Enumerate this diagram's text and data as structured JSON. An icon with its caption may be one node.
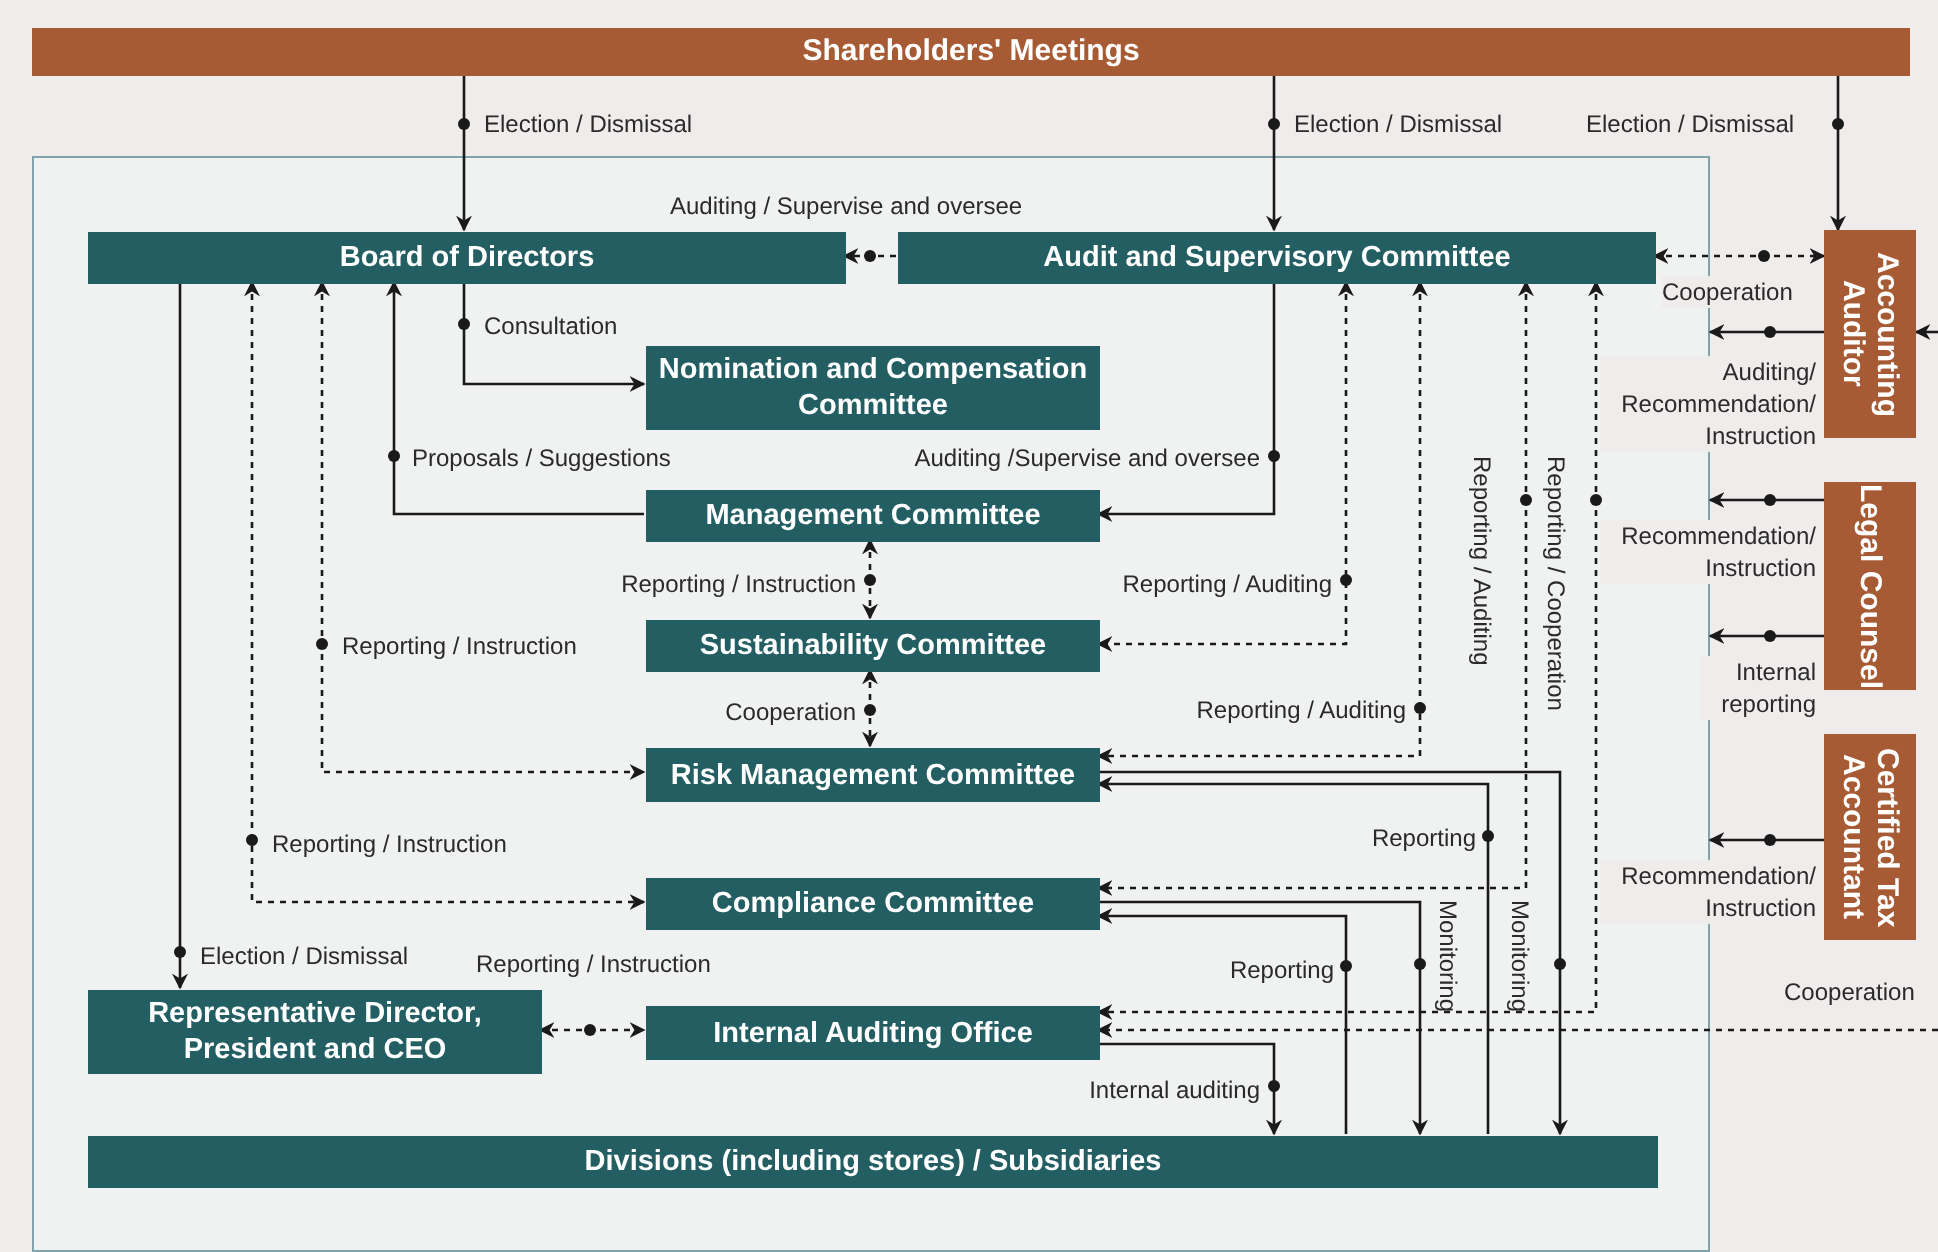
{
  "diagram": {
    "nodes": [
      {
        "text": [
          "Shareholders' Meetings"
        ]
      },
      {
        "text": [],
        "shape": "box"
      },
      {
        "text": [
          "Board of Directors"
        ],
        "in": 1
      },
      {
        "text": [
          "Audit and Supervisory Committee"
        ],
        "in": 1
      },
      {
        "text": [
          "Nomination and Compensation Committee"
        ],
        "in": 1
      },
      {
        "text": [
          "Management Committee"
        ],
        "in": 1
      },
      {
        "text": [
          "Sustainability Committee"
        ],
        "in": 1
      },
      {
        "text": [
          "Risk Management Committee"
        ],
        "in": 1
      },
      {
        "text": [
          "Compliance Committee"
        ],
        "in": 1
      },
      {
        "text": [
          "Representative Director, President and CEO"
        ],
        "in": 1
      },
      {
        "text": [
          "Internal Auditing Office"
        ],
        "in": 1
      },
      {
        "text": [
          "Divisions (including stores) / Subsidiaries"
        ],
        "in": 1
      },
      {
        "text": [
          "Accounting Auditor"
        ]
      },
      {
        "text": [
          "Legal Counsel"
        ]
      },
      {
        "text": [
          "Certified Tax Accountant"
        ]
      }
    ],
    "edges": [
      {
        "from": 0,
        "to": 2,
        "arrow": "to",
        "label": "Election / Dismissal"
      },
      {
        "from": 0,
        "to": 3,
        "arrow": "to",
        "label": "Election / Dismissal"
      },
      {
        "from": 0,
        "to": 12,
        "arrow": "to",
        "label": "Election / Dismissal"
      },
      {
        "from": 3,
        "to": 2,
        "arrow": "to",
        "style": "dashed",
        "label": "Auditing / Supervise and oversee"
      },
      {
        "from": 3,
        "to": 12,
        "arrow": "both",
        "style": "dashed",
        "label": "Cooperation"
      },
      {
        "from": 12,
        "to": 1,
        "arrow": "to",
        "label": "Auditing/ Recommendation/ Instruction"
      },
      {
        "from": null,
        "to": 12,
        "arrow": "to"
      },
      {
        "from": 13,
        "to": 1,
        "arrow": "to",
        "label": "Recommendation/ Instruction"
      },
      {
        "from": 13,
        "to": 1,
        "arrow": "to",
        "label": "Internal reporting"
      },
      {
        "from": 14,
        "to": 1,
        "arrow": "to",
        "label": "Recommendation/ Instruction"
      },
      {
        "from": 2,
        "to": 4,
        "arrow": "to",
        "label": "Consultation"
      },
      {
        "from": 5,
        "to": 2,
        "arrow": "to",
        "label": "Proposals / Suggestions"
      },
      {
        "from": 3,
        "to": 5,
        "arrow": "to",
        "label": "Auditing /Supervise and oversee"
      },
      {
        "from": 5,
        "to": 6,
        "arrow": "both",
        "style": "dashed",
        "label": "Reporting / Instruction"
      },
      {
        "from": 6,
        "to": 7,
        "arrow": "both",
        "style": "dashed",
        "label": "Cooperation"
      },
      {
        "from": 2,
        "to": 7,
        "arrow": "both",
        "style": "dashed",
        "label": "Reporting / Instruction"
      },
      {
        "from": 2,
        "to": 8,
        "arrow": "both",
        "style": "dashed",
        "label": "Reporting / Instruction"
      },
      {
        "from": 2,
        "to": 9,
        "arrow": "to",
        "label": "Election / Dismissal"
      },
      {
        "from": 9,
        "to": 10,
        "arrow": "both",
        "style": "dashed",
        "label": "Reporting / Instruction"
      },
      {
        "from": 3,
        "to": 6,
        "arrow": "both",
        "style": "dashed",
        "label": "Reporting / Auditing"
      },
      {
        "from": 3,
        "to": 7,
        "arrow": "both",
        "style": "dashed",
        "label": "Reporting / Auditing"
      },
      {
        "from": 3,
        "to": 8,
        "arrow": "both",
        "style": "dashed",
        "label": "Reporting / Auditing"
      },
      {
        "from": 3,
        "to": 10,
        "arrow": "both",
        "style": "dashed",
        "label": "Reporting / Cooperation"
      },
      {
        "from": 11,
        "to": 7,
        "arrow": "to",
        "label": "Reporting"
      },
      {
        "from": 7,
        "to": 11,
        "arrow": "to",
        "label": "Monitoring"
      },
      {
        "from": 11,
        "to": 8,
        "arrow": "to",
        "label": "Reporting"
      },
      {
        "from": 8,
        "to": 11,
        "arrow": "to",
        "label": "Monitoring"
      },
      {
        "from": 10,
        "to": 11,
        "arrow": "to",
        "label": "Internal auditing"
      },
      {
        "from": null,
        "to": 10,
        "arrow": "to",
        "style": "dashed",
        "label": "Cooperation"
      }
    ]
  }
}
